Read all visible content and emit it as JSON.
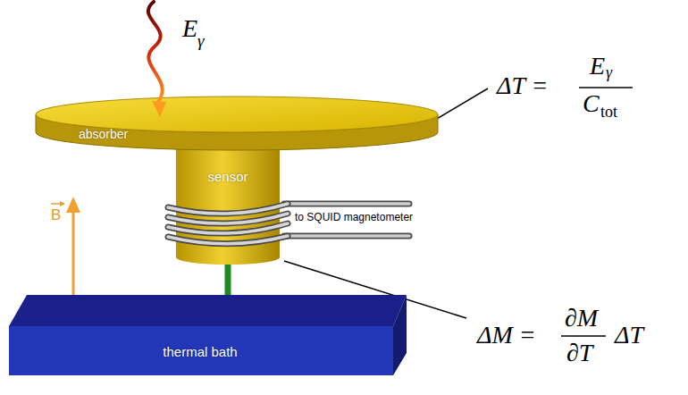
{
  "diagram": {
    "nodes": [
      {
        "text": [
          "absorber"
        ]
      },
      {
        "text": [
          "sensor"
        ]
      },
      {
        "text": [
          "thermal bath"
        ]
      }
    ],
    "edges": [
      {
        "from": 1,
        "to": 2,
        "arrow": "none"
      }
    ],
    "labels": [
      "E",
      "γ",
      "ΔT =",
      "E",
      "γ",
      "C",
      "tot",
      "ΔM =",
      "∂M",
      "∂T",
      "ΔT",
      "B",
      "to SQUID magnetometer"
    ]
  }
}
